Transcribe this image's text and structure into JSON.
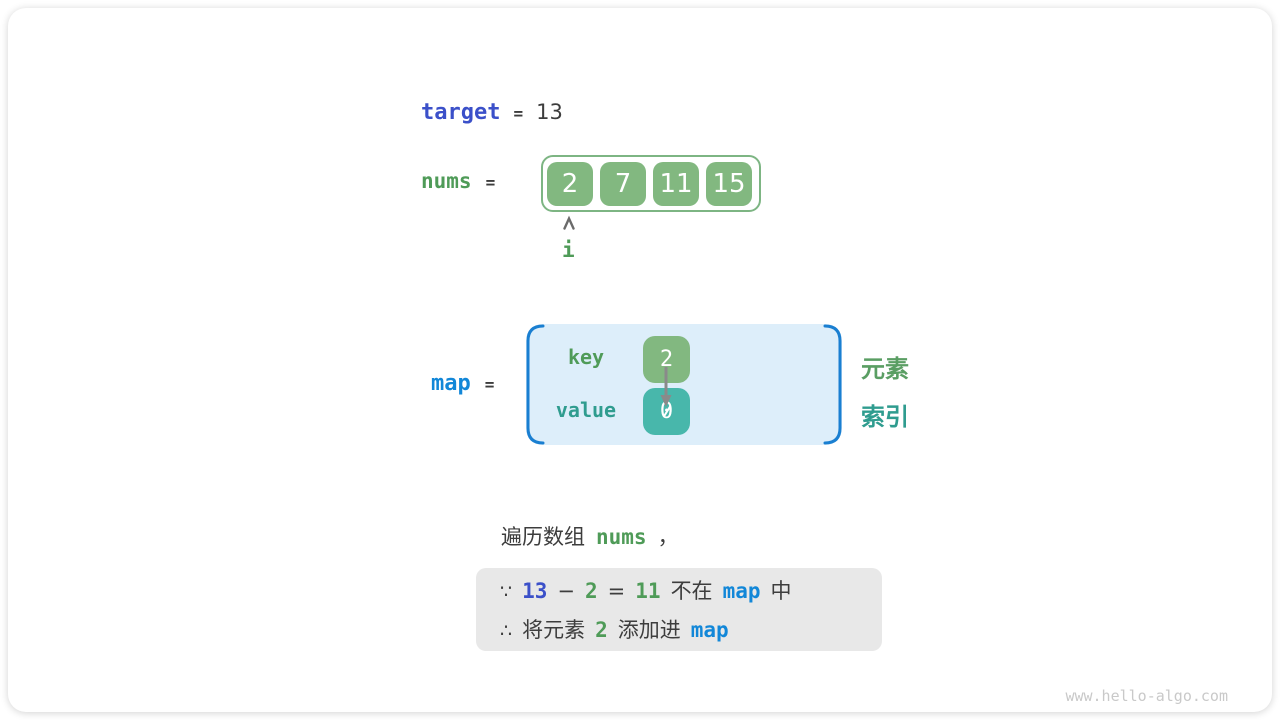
{
  "page": {
    "watermark": "www.hello-algo.com"
  },
  "colors": {
    "royal_blue": "#3b50c9",
    "azure_blue": "#1287d8",
    "green_text": "#4f9b58",
    "green_cell": "#82b880",
    "teal_text": "#2f9c8f",
    "teal_cell": "#48b7ab",
    "map_panel_fill": "#ddeefa",
    "map_bracket": "#1a7fd1",
    "note_bg": "#e8e8e8",
    "dark_text": "#3d3d3d"
  },
  "target_row": {
    "keyword": "target",
    "equals": "=",
    "value": "13"
  },
  "nums_row": {
    "keyword": "nums",
    "equals": "=",
    "cells": [
      "2",
      "7",
      "11",
      "15"
    ],
    "pointer_label": "i",
    "pointer_icon": "caret-up"
  },
  "map_row": {
    "keyword": "map",
    "equals": "=",
    "key_label": "key",
    "value_label": "value",
    "key_value": "2",
    "value_value": "0",
    "arrow_icon": "arrow-down",
    "element_label": "元素",
    "index_label": "索引"
  },
  "caption": {
    "parts": [
      "遍历数组",
      "nums",
      "，"
    ]
  },
  "note": {
    "line1": [
      "∵",
      "13",
      "−",
      "2",
      "=",
      "11",
      "不在",
      "map",
      "中"
    ],
    "line2": [
      "∴",
      "将元素",
      "2",
      "添加进",
      "map"
    ]
  }
}
